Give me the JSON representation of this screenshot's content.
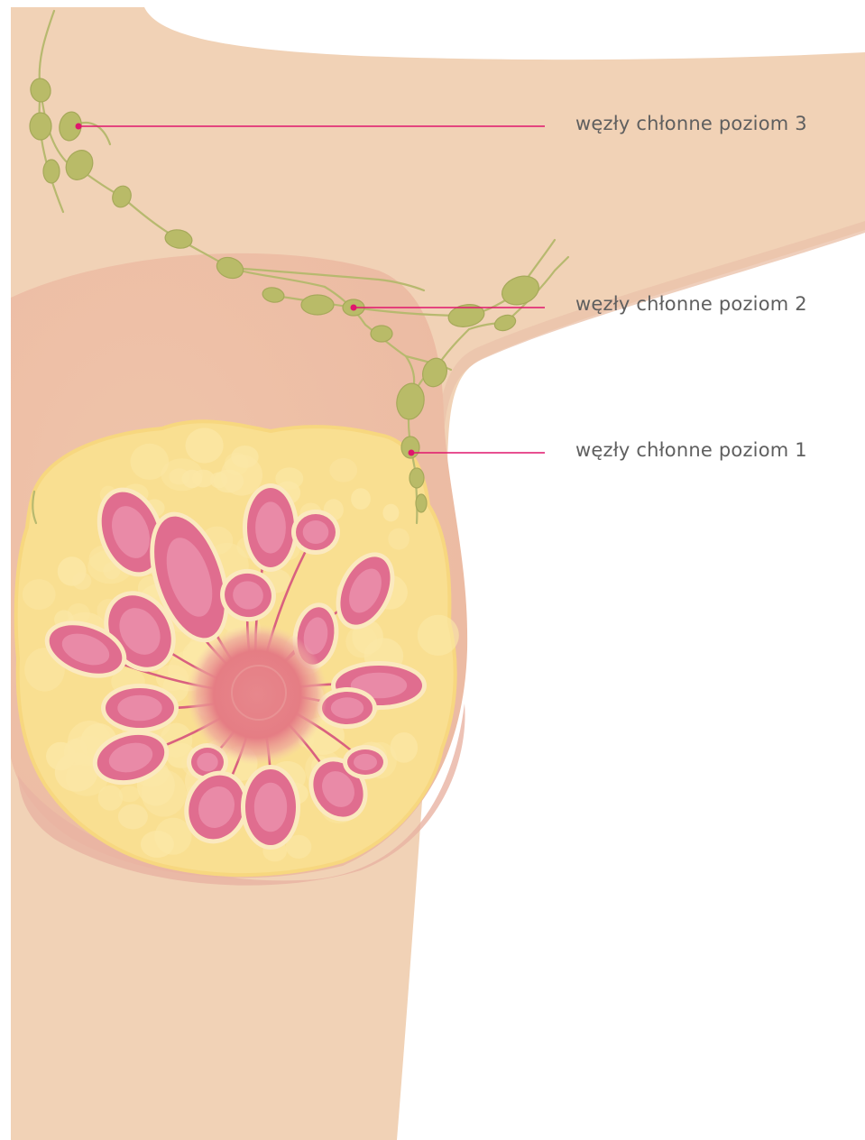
{
  "labels": {
    "level3": "węzły chłonne poziom 3",
    "level2": "węzły chłonne poziom 2",
    "level1": "węzły chłonne poziom 1"
  },
  "colors": {
    "skin": "#f1d2b6",
    "skin_shadow": "#ebbfa8",
    "breast_tint": "#efc3ab",
    "fat": "#f9df91",
    "fat_blob": "#fbe7a6",
    "fat_border": "#f7d77f",
    "lobule": "#e06d8f",
    "lobule_light": "#ec97b1",
    "lobule_outline": "#fbe9bf",
    "duct": "#d9607f",
    "areola": "#e57d84",
    "node": "#b9bb68",
    "node_dark": "#9fa24f",
    "vessel": "#b7b96f",
    "pointer": "#e0166d",
    "label_text": "#5f5f5f"
  }
}
